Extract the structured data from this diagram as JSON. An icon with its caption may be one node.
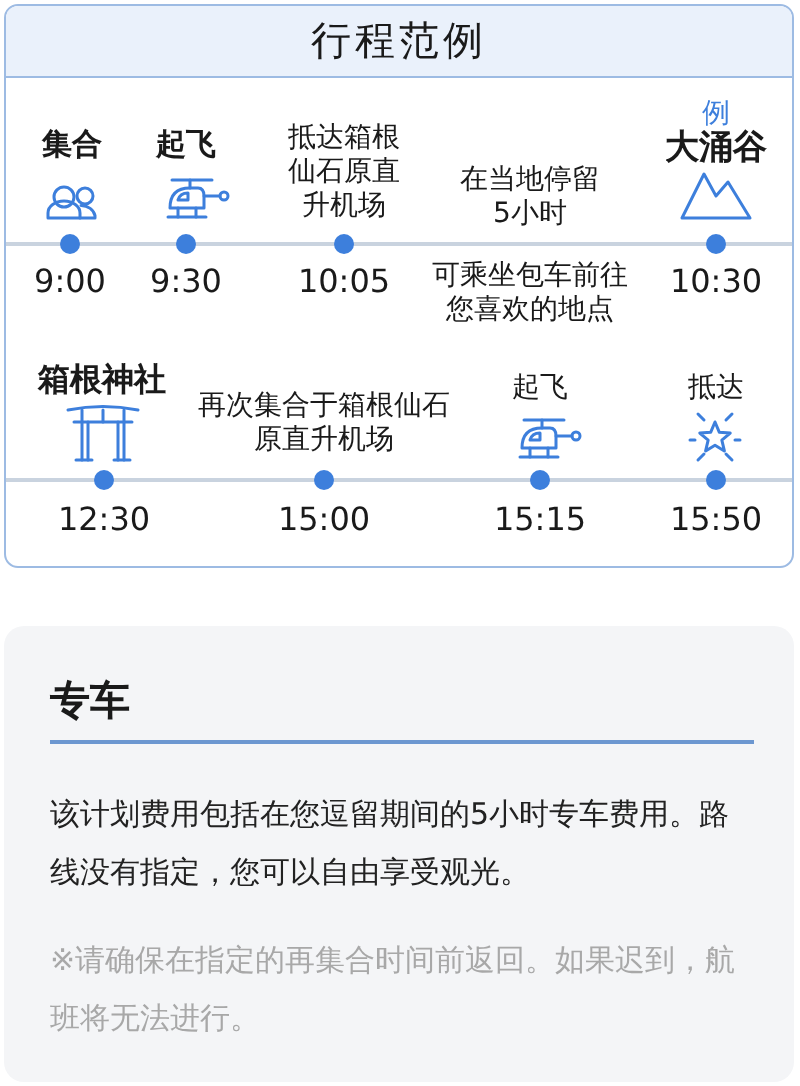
{
  "diagram": {
    "nodes": [
      {
        "text": [
          "行程范例"
        ]
      },
      {
        "text": [
          "专车",
          "该计划费用包括在您逗留期间的5小时专车费用。路线没有指定，您可以自由享受观光。",
          "※请确保在指定的再集合时间前返回。如果迟到，航班将无法进行。"
        ]
      }
    ],
    "labels": [
      "集合",
      "9:00",
      "起飞",
      "9:30",
      "抵达箱根仙石原直升机场",
      "10:05",
      "在当地停留5小时",
      "可乘坐包车前往您喜欢的地点",
      "例",
      "大涌谷",
      "10:30",
      "箱根神社",
      "12:30",
      "再次集合于箱根仙石原直升机场",
      "15:00",
      "起飞",
      "15:15",
      "抵达",
      "15:50"
    ]
  }
}
